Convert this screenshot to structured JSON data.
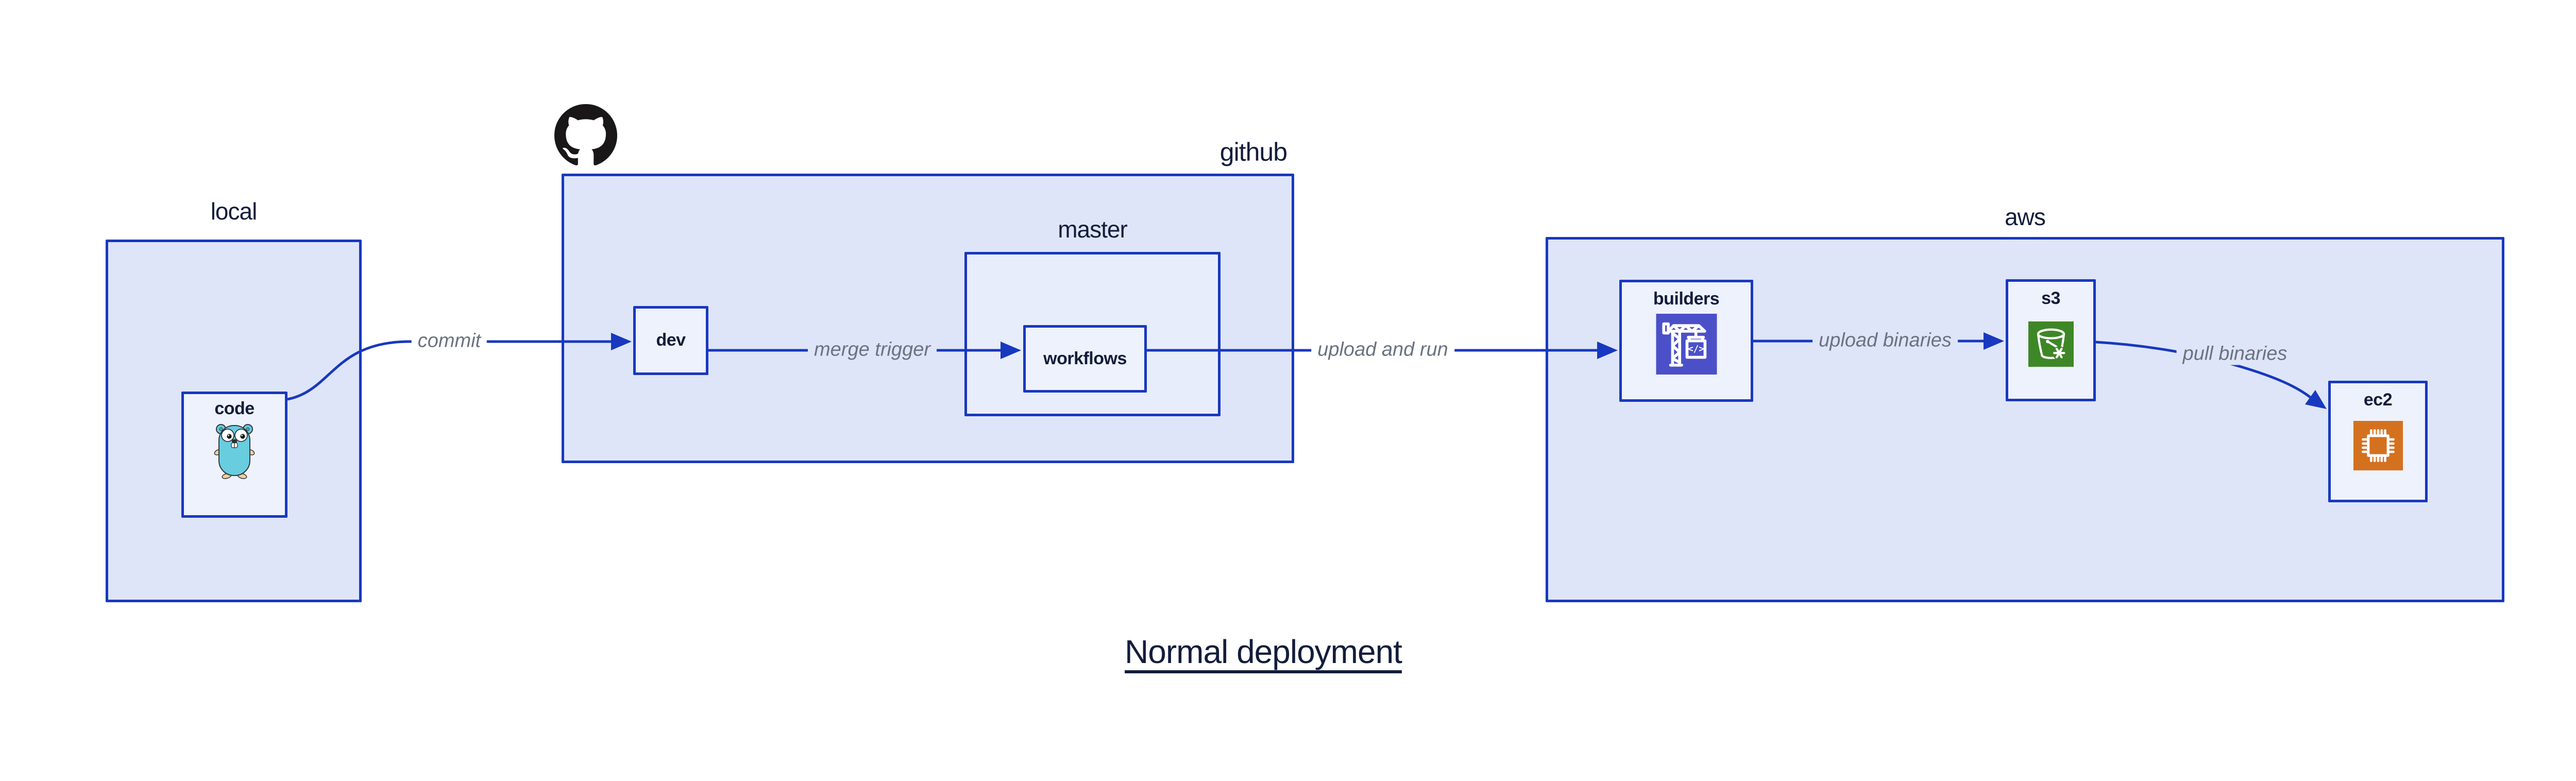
{
  "title": "Normal deployment",
  "groups": {
    "local": {
      "label": "local"
    },
    "github": {
      "label": "github",
      "logo_icon": "github-octocat-mark"
    },
    "master": {
      "label": "master"
    },
    "aws": {
      "label": "aws"
    }
  },
  "nodes": {
    "code": {
      "label": "code",
      "icon": "go-gopher"
    },
    "dev": {
      "label": "dev"
    },
    "workflows": {
      "label": "workflows"
    },
    "builders": {
      "label": "builders",
      "icon": "aws-codebuild-crane"
    },
    "s3": {
      "label": "s3",
      "icon": "aws-s3-bucket-snowflake"
    },
    "ec2": {
      "label": "ec2",
      "icon": "aws-ec2-chip"
    }
  },
  "edges": {
    "commit": {
      "label": "commit"
    },
    "merge_trigger": {
      "label": "merge trigger"
    },
    "upload_and_run": {
      "label": "upload and run"
    },
    "upload_binaries": {
      "label": "upload binaries"
    },
    "pull_binaries": {
      "label": "pull binaries"
    }
  },
  "colors": {
    "stroke_blue": "#1838bf",
    "fill_outer": "#dee5f8",
    "fill_master": "#e8edfb",
    "fill_inner": "#eef2fc",
    "label_navy": "#131d3b",
    "edge_label_gray": "#6b7280",
    "codebuild_purple": "#4b50c9",
    "s3_green": "#3e8727",
    "ec2_orange": "#d4711f",
    "github_black": "#191717",
    "gopher_teal": "#68cdde"
  }
}
